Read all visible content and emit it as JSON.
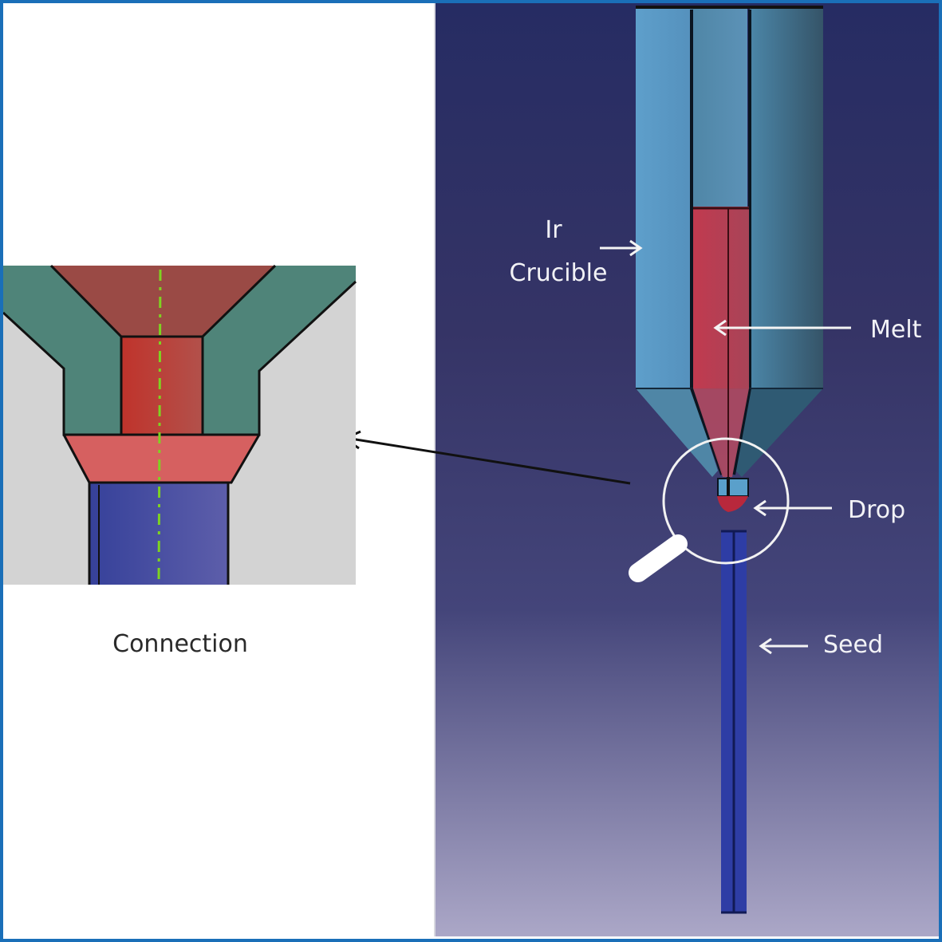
{
  "figure": {
    "inset_caption": "Connection",
    "labels": {
      "crucible_line1": "Ir",
      "crucible_line2": "Crucible",
      "melt": "Melt",
      "drop": "Drop",
      "seed": "Seed"
    },
    "colors": {
      "border": "#1a6fb8",
      "background_top": "#262c63",
      "background_bottom": "#aaa6c6",
      "crucible": "#5b9dc8",
      "crucible_dark": "#3d6f8a",
      "melt": "#b83a4d",
      "seed": "#2f3fa8",
      "inset_bg": "#d4d4d4",
      "inset_crucible": "#4f8479",
      "inset_melt": "#c8423c",
      "inset_seed": "#4049a0",
      "axis_line": "#7ed321"
    }
  }
}
